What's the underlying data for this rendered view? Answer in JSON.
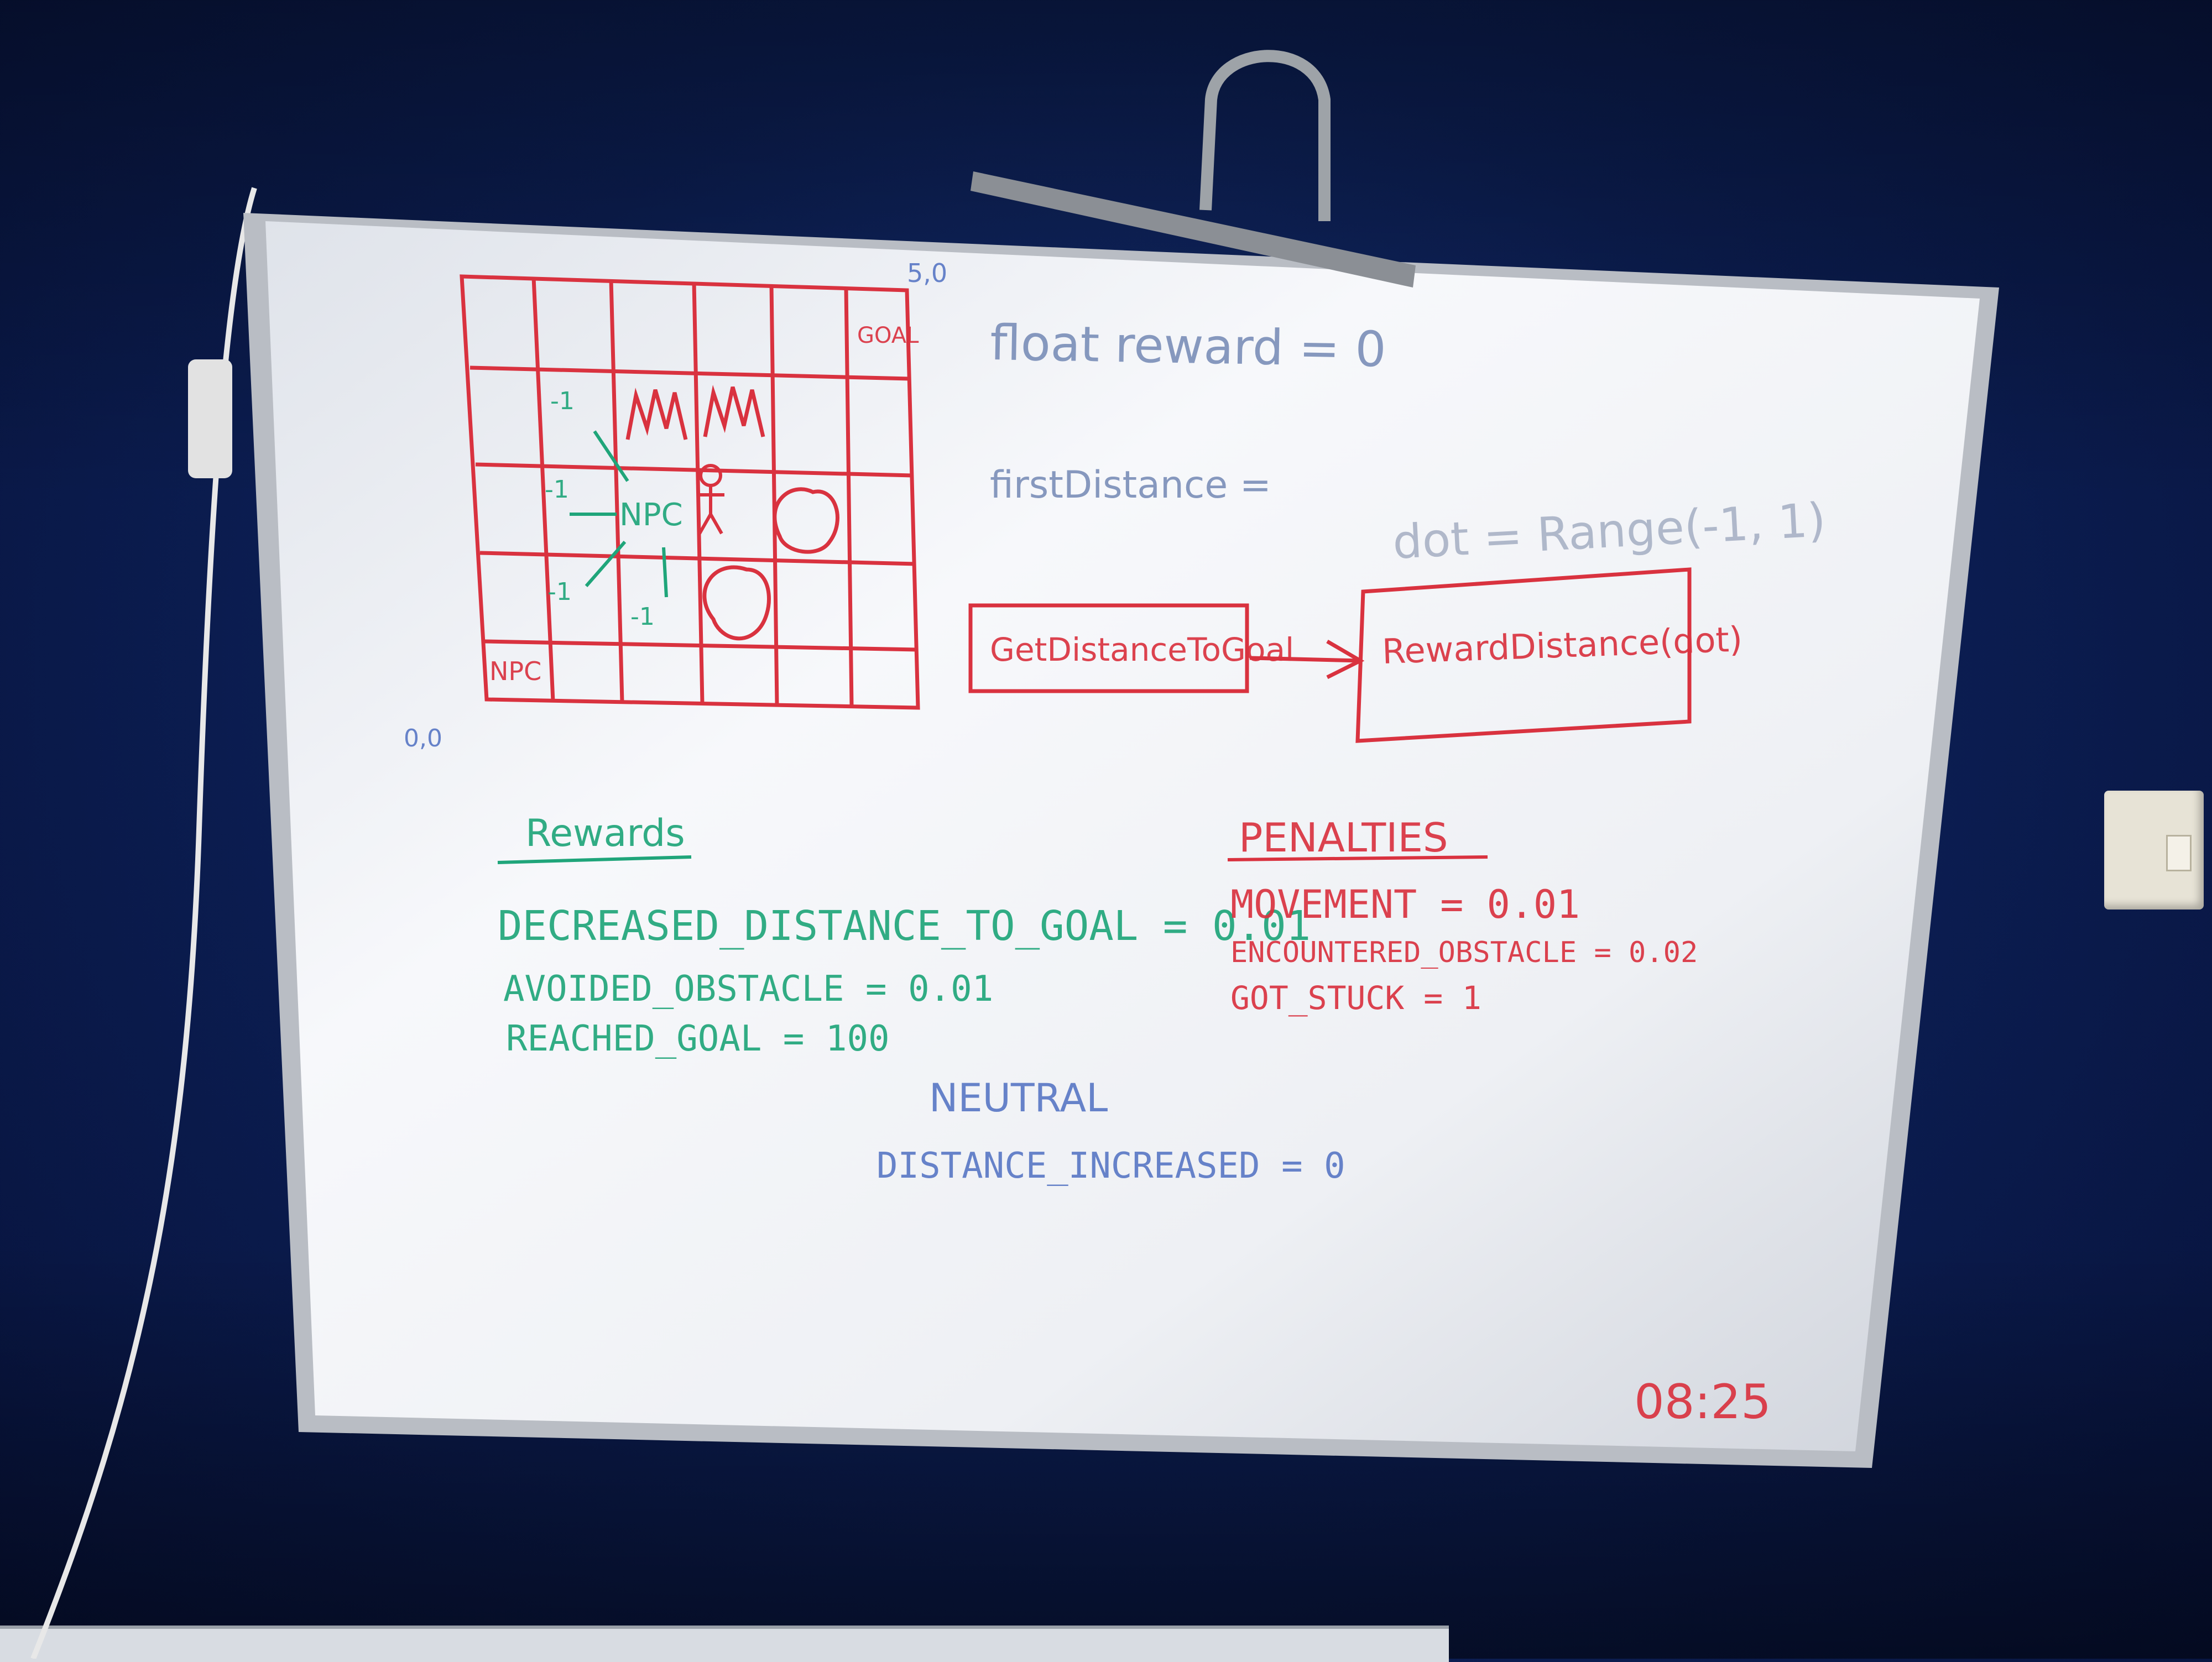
{
  "grid_labels": {
    "coord": "5,0",
    "goal": "GOAL",
    "npc_center": "NPC",
    "npc_corner": "NPC",
    "origin": "0,0",
    "m1_a": "-1",
    "m1_b": "-1",
    "m1_c": "-1",
    "m1_d": "-1"
  },
  "code": {
    "line1": "float reward = 0",
    "line2": "firstDistance =",
    "line3": "dot = Range(-1, 1)",
    "box1": "GetDistanceToGoal",
    "box2": "RewardDistance(dot)"
  },
  "rewards": {
    "heading": "Rewards",
    "items": [
      "DECREASED_DISTANCE_TO_GOAL = 0.01",
      "AVOIDED_OBSTACLE = 0.01",
      "REACHED_GOAL = 100"
    ]
  },
  "penalties": {
    "heading": "PENALTIES",
    "items": [
      "MOVEMENT = 0.01",
      "ENCOUNTERED_OBSTACLE = 0.02",
      "GOT_STUCK = 1"
    ]
  },
  "neutral": {
    "heading": "NEUTRAL",
    "item": "DISTANCE_INCREASED = 0"
  },
  "timestamp": "08:25",
  "colors": {
    "red": "#d9323f",
    "green": "#1fa57a",
    "blue": "#5a78c4",
    "faint": "#a9b2c6"
  }
}
